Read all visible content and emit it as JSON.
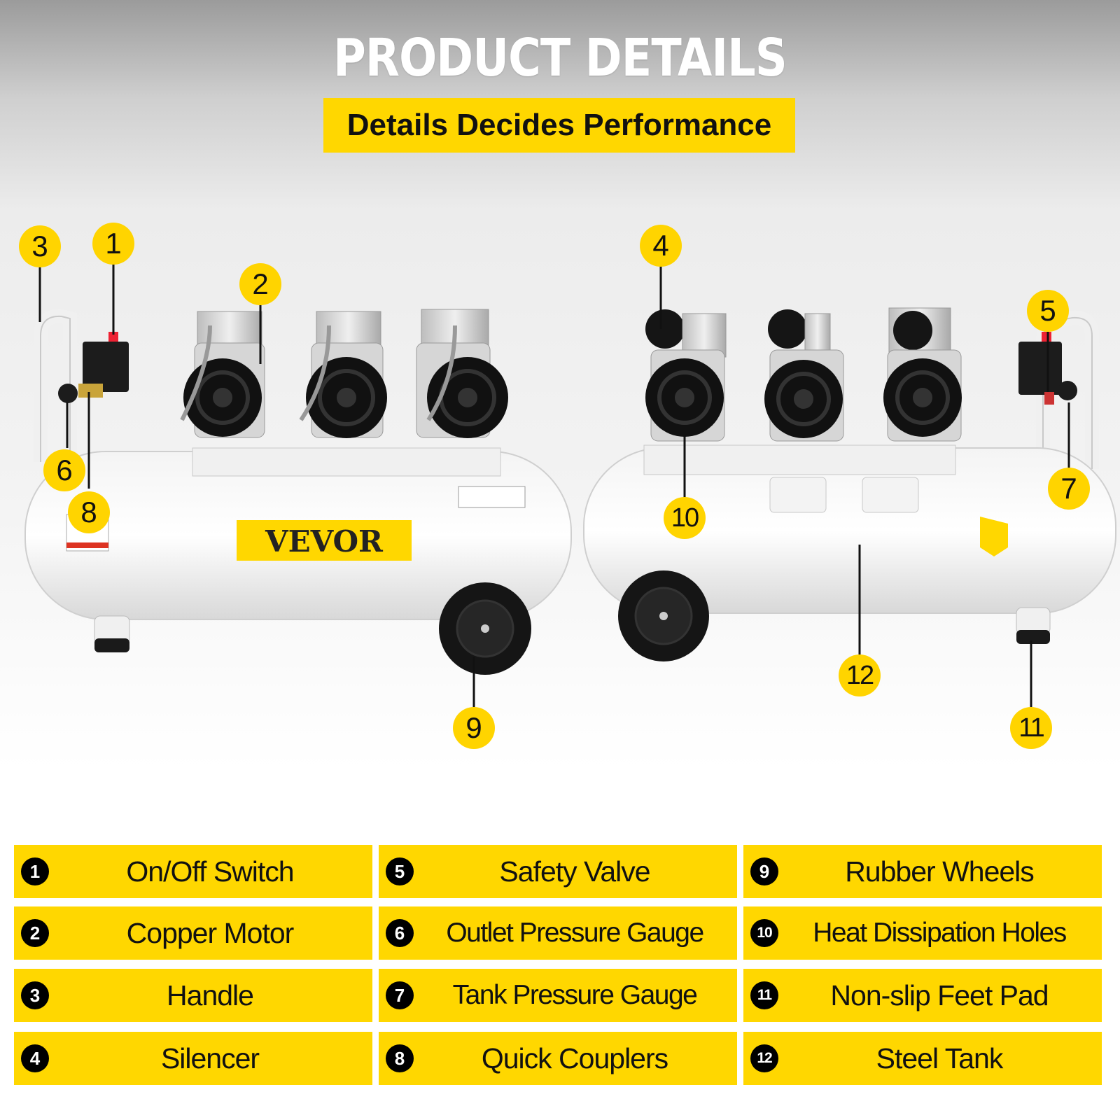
{
  "header": {
    "title": "PRODUCT DETAILS",
    "subtitle": "Details Decides Performance"
  },
  "product": {
    "brand_logo": "VEVOR",
    "brand_color": "#ffd700"
  },
  "callouts": [
    "1",
    "2",
    "3",
    "4",
    "5",
    "6",
    "7",
    "8",
    "9",
    "10",
    "11",
    "12"
  ],
  "legend": [
    {
      "num": "1",
      "label": "On/Off Switch"
    },
    {
      "num": "2",
      "label": "Copper Motor"
    },
    {
      "num": "3",
      "label": "Handle"
    },
    {
      "num": "4",
      "label": "Silencer"
    },
    {
      "num": "5",
      "label": "Safety Valve"
    },
    {
      "num": "6",
      "label": "Outlet Pressure Gauge"
    },
    {
      "num": "7",
      "label": "Tank Pressure Gauge"
    },
    {
      "num": "8",
      "label": "Quick Couplers"
    },
    {
      "num": "9",
      "label": "Rubber Wheels"
    },
    {
      "num": "10",
      "label": "Heat Dissipation Holes"
    },
    {
      "num": "11",
      "label": "Non-slip Feet Pad"
    },
    {
      "num": "12",
      "label": "Steel Tank"
    }
  ]
}
